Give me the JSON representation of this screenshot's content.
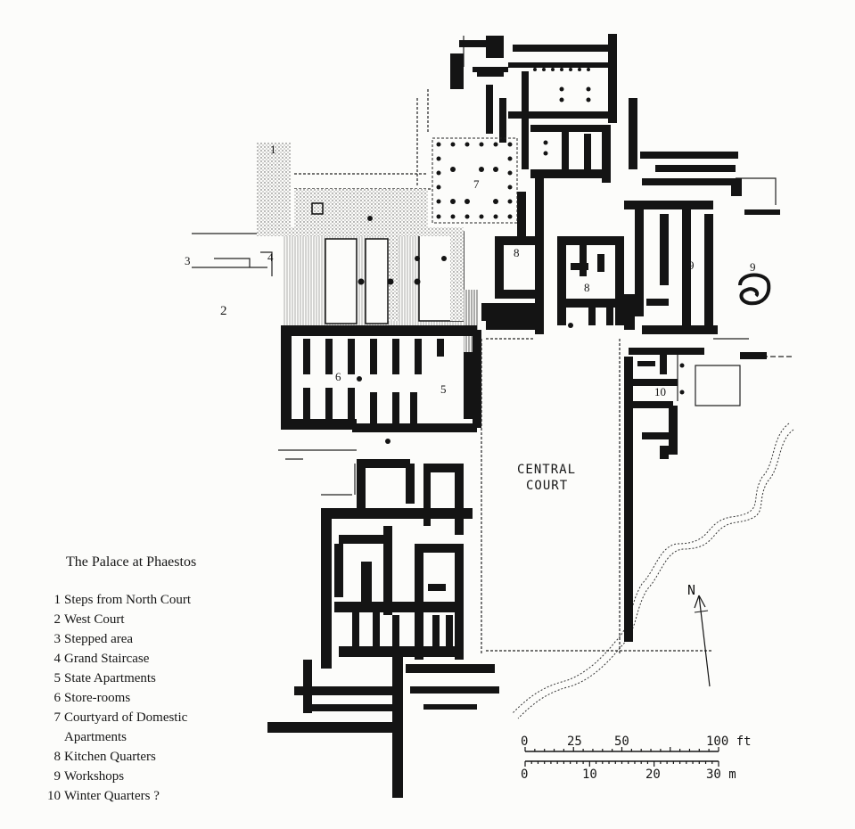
{
  "title": "The Palace at Phaestos",
  "legend": [
    {
      "num": "1",
      "text": "Steps from North Court"
    },
    {
      "num": "2",
      "text": "West Court"
    },
    {
      "num": "3",
      "text": "Stepped area"
    },
    {
      "num": "4",
      "text": "Grand Staircase"
    },
    {
      "num": "5",
      "text": "State Apartments"
    },
    {
      "num": "6",
      "text": "Store-rooms"
    },
    {
      "num": "7",
      "text": "Courtyard of Domestic",
      "cont": "Apartments"
    },
    {
      "num": "8",
      "text": "Kitchen Quarters"
    },
    {
      "num": "9",
      "text": "Workshops"
    },
    {
      "num": "10",
      "text": "Winter Quarters ?"
    }
  ],
  "map_labels": {
    "n1": "1",
    "n2": "2",
    "n3": "3",
    "n4": "4",
    "n5": "5",
    "n6": "6",
    "n7": "7",
    "n8a": "8",
    "n8b": "8",
    "n9a": "9",
    "n9b": "9",
    "n10": "10"
  },
  "central_court": {
    "line1": "CENTRAL",
    "line2": "COURT"
  },
  "north_arrow": "N",
  "scale_bar": {
    "feet_ticks": [
      "0",
      "25",
      "50",
      "100 ft"
    ],
    "metre_ticks": [
      "0",
      "10",
      "20",
      "30 m"
    ]
  },
  "colors": {
    "ink": "#161616",
    "paper": "#fcfcfa"
  }
}
